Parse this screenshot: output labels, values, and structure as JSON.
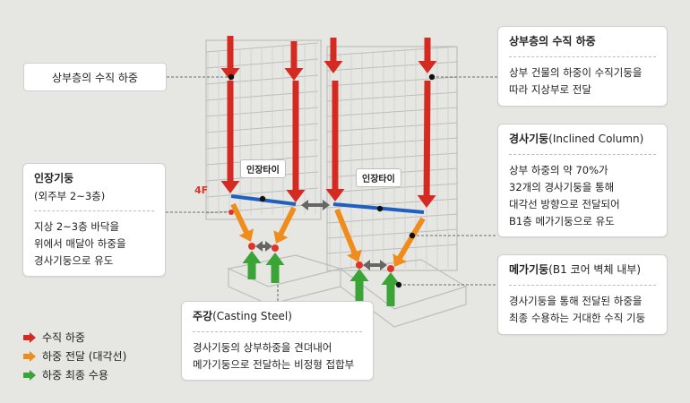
{
  "callouts": {
    "top_left_pill": "상부층의 수직 하중",
    "upper_load": {
      "title": "상부층의 수직 하중",
      "body": "상부 건물의 하중이 수직기둥을\n따라 지상부로 전달"
    },
    "inclined_column": {
      "title": "경사기둥",
      "title_sub": "(Inclined Column)",
      "body": "상부 하중의 약 70%가\n32개의 경사기둥을 통해\n대각선 방향으로 전달되어\nB1층 메가기둥으로 유도"
    },
    "tension_column": {
      "title": "인장기둥",
      "title_sub": "(외주부 2~3층)",
      "body": "지상 2~3층 바닥을\n위에서 매달아 하중을\n경사기둥으로 유도"
    },
    "mega_column": {
      "title": "메가기둥",
      "title_sub": "(B1 코어 벽체 내부)",
      "body": "경사기둥을 통해 전달된 하중을\n최종 수용하는 거대한 수직 기둥"
    },
    "casting_steel": {
      "title": "주강",
      "title_sub": "(Casting Steel)",
      "body": "경사기둥의 상부하중을 견뎌내어\n메가기둥으로 전달하는 비정형 접합부"
    }
  },
  "diagram_labels": {
    "tie_left": "인장타이",
    "tie_right": "인장타이",
    "floor": "4F"
  },
  "legend": [
    {
      "label": "수직 하중",
      "color": "#d42a22"
    },
    {
      "label": "하중 전달 (대각선)",
      "color": "#f08c1c"
    },
    {
      "label": "하중 최종 수용",
      "color": "#3aa536"
    }
  ],
  "colors": {
    "vertical": "#d42a22",
    "diagonal": "#f08c1c",
    "support": "#3aa536",
    "tie_beam": "#1f5fbf",
    "leader": "#444444"
  }
}
